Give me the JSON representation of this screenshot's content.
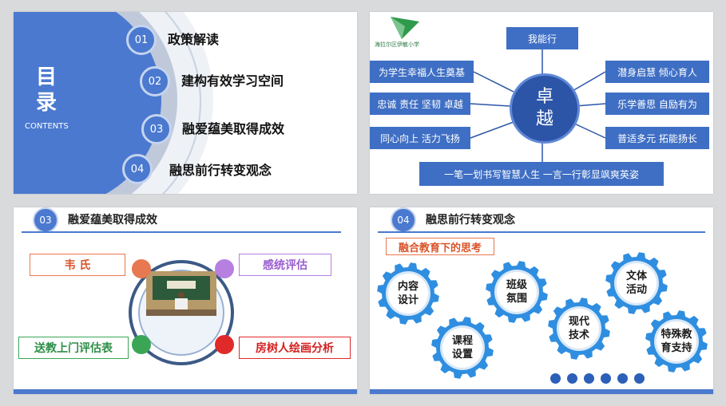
{
  "slide1": {
    "title_chars": [
      "目",
      "录"
    ],
    "subtitle": "CONTENTS",
    "items": [
      {
        "num": "01",
        "label": "政策解读"
      },
      {
        "num": "02",
        "label": "建构有效学习空间"
      },
      {
        "num": "03",
        "label": "融爱蕴美取得成效"
      },
      {
        "num": "04",
        "label": "融思前行转变观念"
      }
    ]
  },
  "slide2": {
    "logo_text": "海拉尔区伊敏小学",
    "hub_chars": [
      "卓",
      "越"
    ],
    "top": "我能行",
    "left": [
      "为学生幸福人生奠基",
      "忠诚 责任 坚韧 卓越",
      "同心向上 活力飞扬"
    ],
    "right": [
      "潜身启慧 倾心育人",
      "乐学善思 自励有为",
      "普适多元 拓能扬长"
    ],
    "bottom": "一笔一划书写智慧人生  一言一行彰显飒爽英姿"
  },
  "slide3": {
    "num": "03",
    "title": "融爱蕴美取得成效",
    "labels": {
      "top_left": "韦 氏",
      "top_right": "感统评估",
      "bottom_left": "送教上门评估表",
      "bottom_right": "房树人绘画分析"
    },
    "colors": {
      "orange": "#e8784f",
      "purple": "#b77fe0",
      "green": "#3aa655",
      "red": "#e02a2a",
      "blue": "#4a79cf"
    }
  },
  "slide4": {
    "num": "04",
    "title": "融思前行转变观念",
    "subtitle": "融合教育下的思考",
    "gears": [
      "内容\n设计",
      "课程\n设置",
      "班级\n氛围",
      "现代\n技术",
      "文体\n活动",
      "特殊教\n育支持"
    ]
  }
}
